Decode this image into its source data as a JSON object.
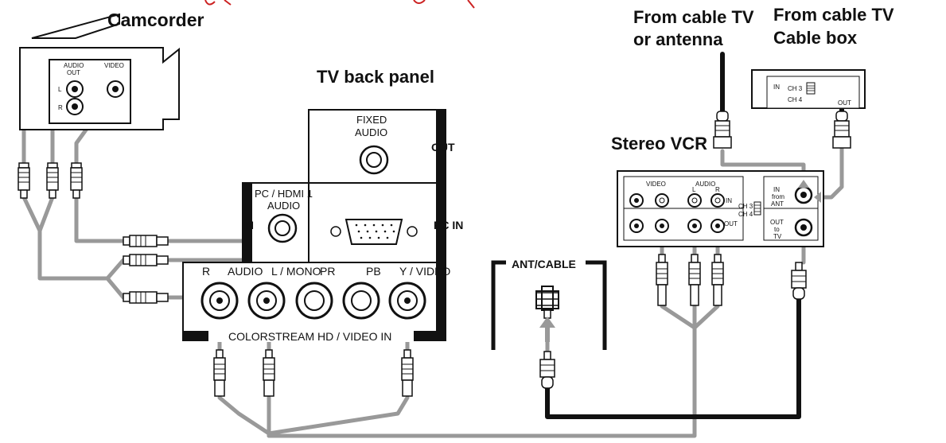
{
  "camcorder": {
    "title": "Camcorder",
    "audio_out": "AUDIO OUT",
    "audio_line1": "AUDIO",
    "audio_line2": "OUT",
    "video": "VIDEO",
    "left": "L",
    "right": "R"
  },
  "tv_panel": {
    "title": "TV back panel",
    "fixed_audio_line1": "FIXED",
    "fixed_audio_line2": "AUDIO",
    "out": "OUT",
    "pc_hdmi_line1": "PC / HDMI 1",
    "pc_hdmi_line2": "AUDIO",
    "in": "IN",
    "pc_in": "PC IN",
    "r": "R",
    "audio": "AUDIO",
    "l_mono": "L / MONO",
    "pr": "PR",
    "pb": "PB",
    "y_video": "Y / VIDEO",
    "colorstream": "COLORSTREAM HD / VIDEO IN"
  },
  "ant_cable": {
    "label": "ANT/CABLE"
  },
  "source_antenna": {
    "line1": "From cable TV",
    "line2": "or antenna"
  },
  "source_cablebox": {
    "line1": "From cable TV",
    "line2": "Cable box"
  },
  "cable_box": {
    "in": "IN",
    "ch3": "CH 3",
    "ch4": "CH 4",
    "out": "OUT"
  },
  "vcr": {
    "title": "Stereo VCR",
    "video": "VIDEO",
    "audio": "AUDIO",
    "l": "L",
    "r": "R",
    "in": "IN",
    "out": "OUT",
    "ch3": "CH 3",
    "ch4": "CH 4",
    "in_from_ant_1": "IN",
    "in_from_ant_2": "from",
    "in_from_ant_3": "ANT",
    "out_to_tv_1": "OUT",
    "out_to_tv_2": "to",
    "out_to_tv_3": "TV"
  },
  "colors": {
    "gray_cable": "#999999",
    "black_cable": "#111111",
    "red_fragment": "#cc2222"
  }
}
